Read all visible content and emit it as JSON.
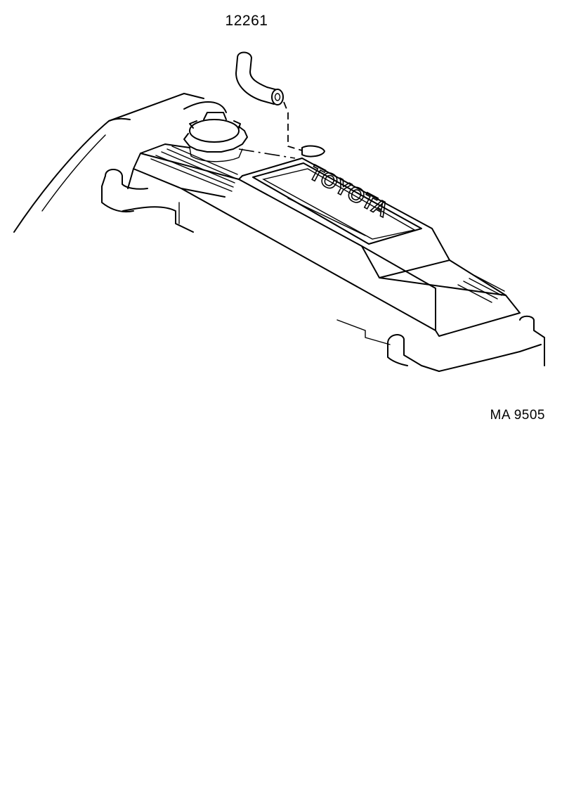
{
  "diagram": {
    "callouts": [
      {
        "id": "hose",
        "part_number": "12261"
      }
    ],
    "cover_marking": "TOYOTA",
    "figure_code": "MA  9505"
  }
}
